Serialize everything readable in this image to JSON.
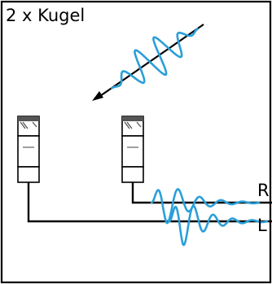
{
  "title": "2 x Kugel",
  "channels": {
    "right_label": "R",
    "left_label": "L"
  },
  "colors": {
    "wave": "#2a9fd8",
    "line": "#000000",
    "frame": "#000000",
    "mic_body": "#ffffff",
    "mic_grille": "#555555"
  },
  "icons": {
    "microphone": "omnidirectional-microphone-icon",
    "arrow": "incoming-sound-arrow-icon"
  }
}
